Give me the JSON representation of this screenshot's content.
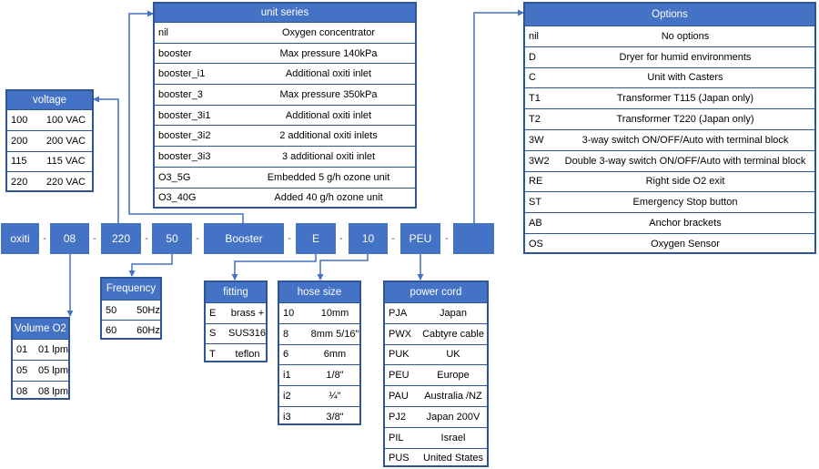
{
  "colors": {
    "box_fill": "#4472c4",
    "border": "#2f5597",
    "connector": "#4472c4"
  },
  "part_number": {
    "segments": [
      "oxiti",
      "08",
      "220",
      "50",
      "Booster",
      "E",
      "10",
      "PEU",
      ""
    ],
    "separator": "-"
  },
  "tables": {
    "unit_series": {
      "title": "unit series",
      "rows": [
        {
          "code": "nil",
          "desc": "Oxygen concentrator"
        },
        {
          "code": "booster",
          "desc": "Max pressure 140kPa"
        },
        {
          "code": "booster_i1",
          "desc": "Additional oxiti inlet"
        },
        {
          "code": "booster_3",
          "desc": "Max pressure 350kPa"
        },
        {
          "code": "booster_3i1",
          "desc": "Additional oxiti inlet"
        },
        {
          "code": "booster_3i2",
          "desc": "2 additional oxiti inlets"
        },
        {
          "code": "booster_3i3",
          "desc": "3 additional oxiti inlet"
        },
        {
          "code": "O3_5G",
          "desc": "Embedded 5 g/h ozone unit"
        },
        {
          "code": "O3_40G",
          "desc": "Added 40 g/h ozone unit"
        }
      ]
    },
    "options": {
      "title": "Options",
      "rows": [
        {
          "code": "nil",
          "desc": "No options"
        },
        {
          "code": "D",
          "desc": "Dryer for humid environments"
        },
        {
          "code": "C",
          "desc": "Unit with Casters"
        },
        {
          "code": "T1",
          "desc": "Transformer T115 (Japan only)"
        },
        {
          "code": "T2",
          "desc": "Transformer T220 (Japan only)"
        },
        {
          "code": "3W",
          "desc": "3-way switch ON/OFF/Auto with terminal block"
        },
        {
          "code": "3W2",
          "desc": "Double 3-way switch ON/OFF/Auto with terminal block"
        },
        {
          "code": "RE",
          "desc": "Right side O2 exit"
        },
        {
          "code": "ST",
          "desc": "Emergency Stop button"
        },
        {
          "code": "AB",
          "desc": "Anchor brackets"
        },
        {
          "code": "OS",
          "desc": "Oxygen Sensor"
        }
      ]
    },
    "voltage": {
      "title": "voltage",
      "rows": [
        {
          "code": "100",
          "desc": "100 VAC"
        },
        {
          "code": "200",
          "desc": "200 VAC"
        },
        {
          "code": "115",
          "desc": "115 VAC"
        },
        {
          "code": "220",
          "desc": "220 VAC"
        }
      ]
    },
    "frequency": {
      "title": "Frequency",
      "rows": [
        {
          "code": "50",
          "desc": "50Hz"
        },
        {
          "code": "60",
          "desc": "60Hz"
        }
      ]
    },
    "volume": {
      "title": "Volume O2",
      "rows": [
        {
          "code": "01",
          "desc": "01 lpm"
        },
        {
          "code": "05",
          "desc": "05 lpm"
        },
        {
          "code": "08",
          "desc": "08 lpm"
        }
      ]
    },
    "fitting": {
      "title": "fitting",
      "rows": [
        {
          "code": "E",
          "desc": "brass +"
        },
        {
          "code": "S",
          "desc": "SUS316"
        },
        {
          "code": "T",
          "desc": "teflon"
        }
      ]
    },
    "hose_size": {
      "title": "hose size",
      "rows": [
        {
          "code": "10",
          "desc": "10mm"
        },
        {
          "code": "8",
          "desc": "8mm 5/16\""
        },
        {
          "code": "6",
          "desc": "6mm"
        },
        {
          "code": "i1",
          "desc": "1/8\""
        },
        {
          "code": "i2",
          "desc": "¼\""
        },
        {
          "code": "i3",
          "desc": "3/8\""
        }
      ]
    },
    "power_cord": {
      "title": "power cord",
      "rows": [
        {
          "code": "PJA",
          "desc": "Japan"
        },
        {
          "code": "PWX",
          "desc": "Cabtyre cable"
        },
        {
          "code": "PUK",
          "desc": "UK"
        },
        {
          "code": "PEU",
          "desc": "Europe"
        },
        {
          "code": "PAU",
          "desc": "Australia /NZ"
        },
        {
          "code": "PJ2",
          "desc": "Japan 200V"
        },
        {
          "code": "PIL",
          "desc": "Israel"
        },
        {
          "code": "PUS",
          "desc": "United States"
        }
      ]
    }
  }
}
